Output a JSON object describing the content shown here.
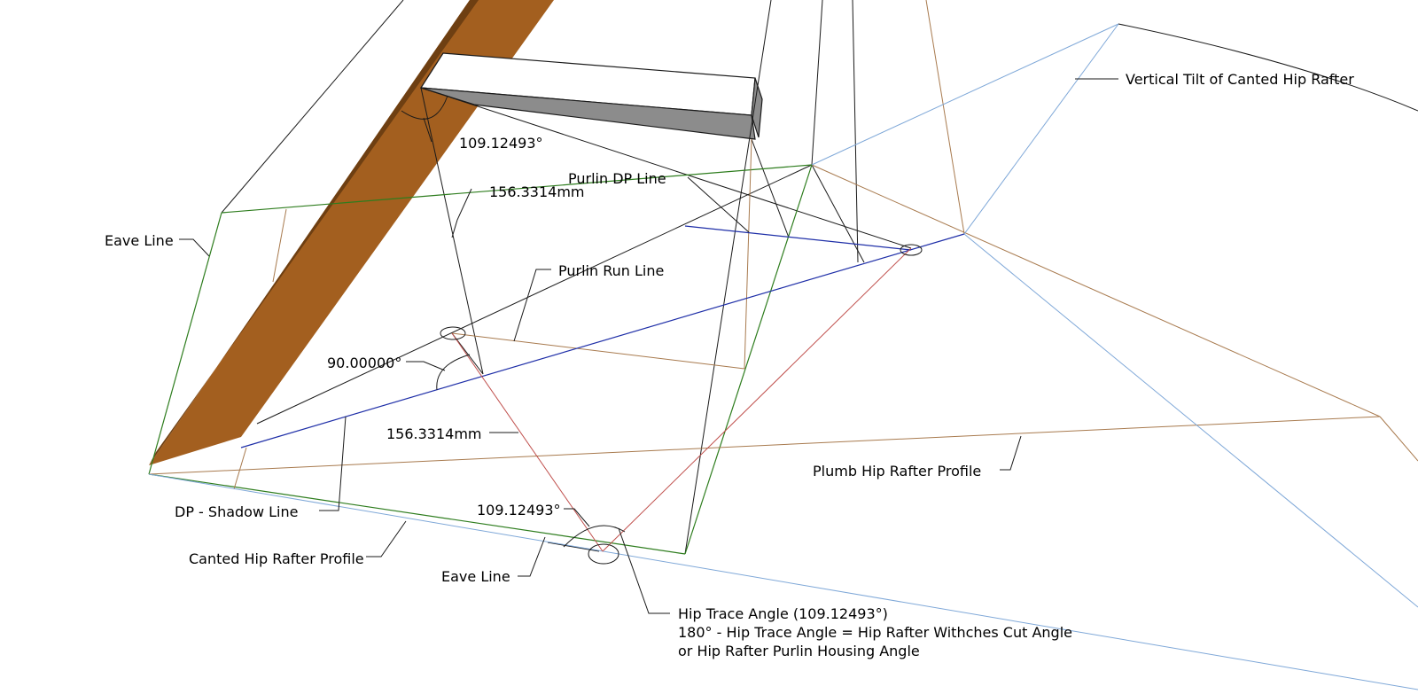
{
  "colors": {
    "black": "#1a1a1a",
    "rafter_wood": "#a35f1f",
    "rafter_wood_dark": "#6e3f12",
    "purlin_side": "#8c8c8c",
    "green_line": "#2e7d1e",
    "brown_line": "#a87a4e",
    "dark_blue_line": "#1f2fa8",
    "light_blue_line": "#7fa8d8",
    "red_line": "#c0504d"
  },
  "labels": {
    "vertical_tilt": "Vertical Tilt of Canted Hip Rafter",
    "angle_top": "109.12493°",
    "purlin_dp_line": "Purlin DP Line",
    "dim_top": "156.3314mm",
    "eave_line_left": "Eave Line",
    "purlin_run_line": "Purlin Run Line",
    "angle_90": "90.00000°",
    "dim_mid": "156.3314mm",
    "plumb_hip_rafter_profile": "Plumb Hip Rafter Profile",
    "dp_shadow_line": "DP - Shadow Line",
    "angle_bottom": "109.12493°",
    "canted_hip_rafter_profile": "Canted Hip Rafter Profile",
    "eave_line_bottom": "Eave Line",
    "hip_trace_line1": "Hip Trace Angle (109.12493°)",
    "hip_trace_line2": "180° - Hip Trace Angle = Hip Rafter Withches Cut Angle",
    "hip_trace_line3": "or Hip Rafter Purlin Housing Angle"
  }
}
